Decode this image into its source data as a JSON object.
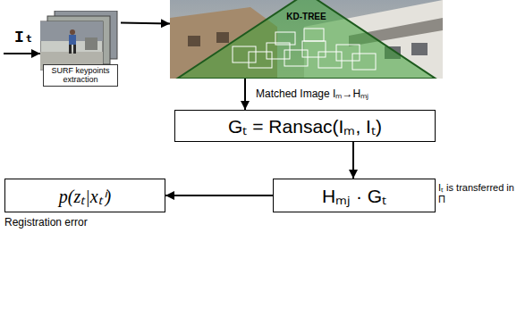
{
  "diagram": {
    "nodes": [
      {
        "text": [
          "SURF keypoints extraction"
        ]
      },
      {
        "text": [
          "KD-TREE"
        ]
      },
      {
        "text": [
          "Gₜ = Ransac(Iₘ, Iₜ)"
        ]
      },
      {
        "text": [
          "Hₘⱼ · Gₜ"
        ]
      },
      {
        "text": [
          "p(zₜ|xₜⁱ)"
        ]
      }
    ],
    "edges": [
      {
        "from": 0,
        "to": 1,
        "arrow": "to"
      },
      {
        "from": 1,
        "to": 2,
        "label": "Matched Image Iₘ→Hₘⱼ",
        "arrow": "to"
      },
      {
        "from": 2,
        "to": 3,
        "arrow": "to"
      },
      {
        "from": 3,
        "to": 4,
        "arrow": "to"
      }
    ],
    "labels": [
      "Iₜ",
      "Iₜ is transferred in Π",
      "Registration error"
    ]
  }
}
